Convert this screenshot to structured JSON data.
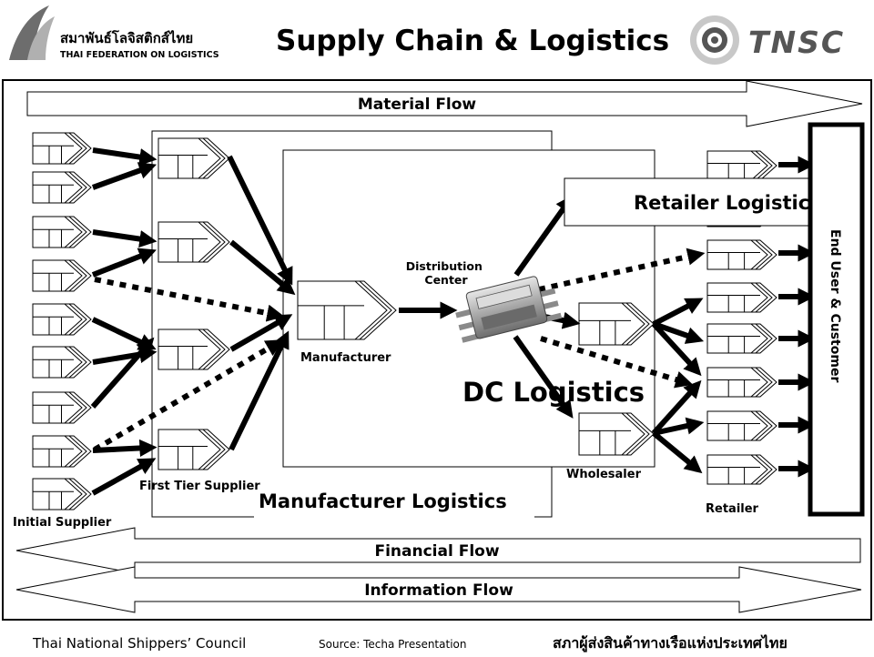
{
  "header": {
    "logo_thai": "สมาพันธ์โลจิสติกส์ไทย",
    "logo_english": "THAI FEDERATION ON LOGISTICS",
    "title": "Supply Chain & Logistics",
    "tnsc_logo": "TNSC"
  },
  "flows": {
    "material": "Material Flow",
    "financial": "Financial Flow",
    "information": "Information Flow"
  },
  "labels": {
    "initial_supplier": "Initial Supplier",
    "first_tier_supplier": "First Tier Supplier",
    "manufacturer": "Manufacturer",
    "manufacturer_logistics": "Manufacturer Logistics",
    "distribution_center": "Distribution\nCenter",
    "dc_logistics": "DC Logistics",
    "retailer_logistics": "Retailer Logistics",
    "wholesaler": "Wholesaler",
    "retailer": "Retailer",
    "end_user": "End User & Customer"
  },
  "footer": {
    "org_english": "Thai National Shippers’ Council",
    "source": "Source: Techa Presentation",
    "org_thai": "สภาผู้ส่งสินค้าทางเรือแห่งประเทศไทย"
  },
  "colors": {
    "ink": "#000000",
    "frame": "#000000",
    "background": "#ffffff",
    "dc_device": "#9a9a9a"
  },
  "icons": {
    "supplier_node": "chevron-table-node-icon",
    "distribution_center": "connector-device-icon",
    "tnsc_logo": "tnsc-logo-icon",
    "tfl_logo": "thai-federation-logistics-logo-icon"
  }
}
